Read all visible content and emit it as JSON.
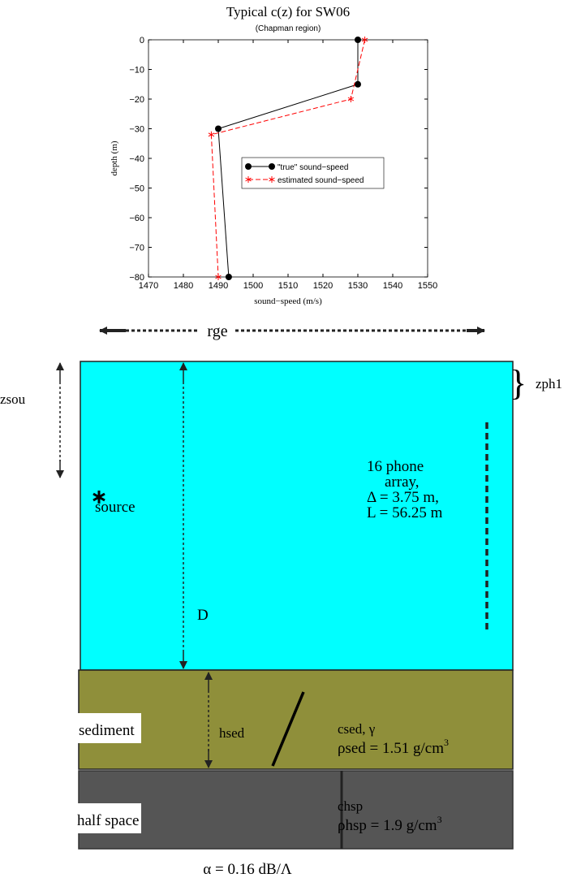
{
  "chart_data": {
    "type": "line",
    "title": "Typical c(z) for SW06",
    "subtitle": "(Chapman region)",
    "xlabel": "sound−speed (m/s)",
    "ylabel": "depth (m)",
    "xlim": [
      1470,
      1550
    ],
    "ylim": [
      -80,
      0
    ],
    "xticks": [
      1470,
      1480,
      1490,
      1500,
      1510,
      1520,
      1530,
      1540,
      1550
    ],
    "yticks": [
      0,
      -10,
      -20,
      -30,
      -40,
      -50,
      -60,
      -70,
      -80
    ],
    "legend_position": "center-right",
    "series": [
      {
        "name": "\"true\" sound−speed",
        "color": "#000000",
        "marker": "filled-circle",
        "line": "solid",
        "x": [
          1530,
          1530,
          1490,
          1493
        ],
        "y": [
          0,
          -15,
          -30,
          -80
        ]
      },
      {
        "name": "estimated sound−speed",
        "color": "#ff0000",
        "marker": "asterisk",
        "line": "dashed",
        "x": [
          1532,
          1528,
          1488,
          1490
        ],
        "y": [
          0,
          -20,
          -32,
          -80
        ]
      }
    ]
  },
  "diagram": {
    "colors": {
      "water": "#00ffff",
      "sediment": "#8f8f3a",
      "halfspace": "#555555"
    },
    "rge": "rge",
    "zsou": "zsou",
    "zph1": "zph1",
    "source_label": "source",
    "D": "D",
    "array_lines": [
      "16 phone",
      "array,",
      "Δ  = 3.75 m,",
      "L = 56.25 m"
    ],
    "sediment_label": "sediment",
    "hsed": "hsed",
    "csed": "csed, γ",
    "rho_sed": "ρsed = 1.51 g/cm",
    "rho_sed_exp": "3",
    "halfspace_label": "half space",
    "chsp": "chsp",
    "rho_hsp": "ρhsp = 1.9 g/cm",
    "rho_hsp_exp": "3",
    "alpha": "α = 0.16 dB/Λ"
  }
}
